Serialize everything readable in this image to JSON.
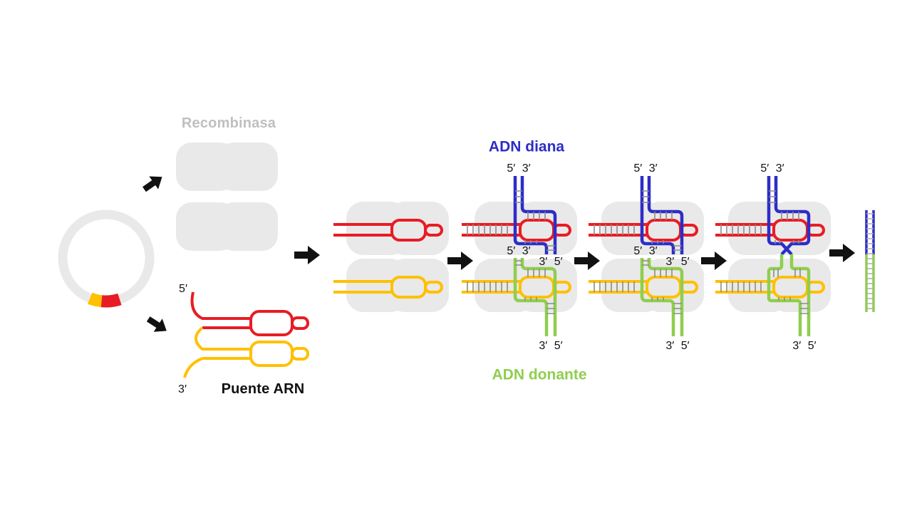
{
  "figure": {
    "labels": {
      "recombinase": "Recombinasa",
      "bridge_rna": "Puente ARN",
      "target_dna": "ADN diana",
      "donor_dna": "ADN donante",
      "five_prime": "5′",
      "three_prime": "3′",
      "five_three": "5′ 3′",
      "three_five": "3′ 5′"
    },
    "colors": {
      "background": "#ffffff",
      "rna_red": "#e81c24",
      "rna_yellow": "#ffc000",
      "dna_blue": "#2d2dc7",
      "dna_green": "#8fce4e",
      "protein_fill": "#e9e9e9",
      "recombinase_text": "#bfbfbf",
      "rung": "#8c8c8c",
      "product_rung": "#adadad",
      "ink": "#111111"
    }
  }
}
